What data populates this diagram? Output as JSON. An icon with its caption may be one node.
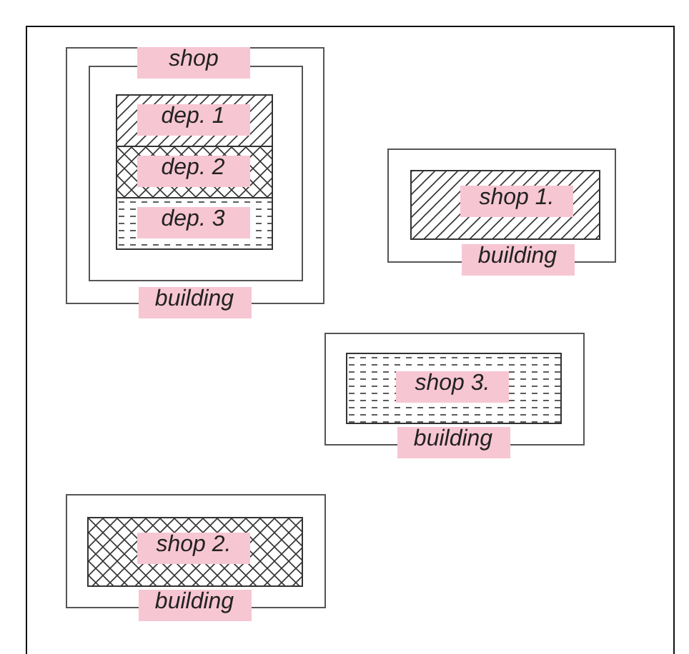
{
  "diagram": {
    "nodes": [
      {
        "text": [
          "building"
        ]
      },
      {
        "text": [
          "shop"
        ],
        "in": 0
      },
      {
        "text": [
          "dep. 1"
        ],
        "in": 1
      },
      {
        "text": [
          "dep. 2"
        ],
        "in": 1
      },
      {
        "text": [
          "dep. 3"
        ],
        "in": 1
      },
      {
        "text": [
          "building"
        ]
      },
      {
        "text": [
          "shop 1."
        ],
        "in": 5
      },
      {
        "text": [
          "building"
        ]
      },
      {
        "text": [
          "shop 3."
        ],
        "in": 7
      },
      {
        "text": [
          "building"
        ]
      },
      {
        "text": [
          "shop 2."
        ],
        "in": 9
      }
    ]
  }
}
